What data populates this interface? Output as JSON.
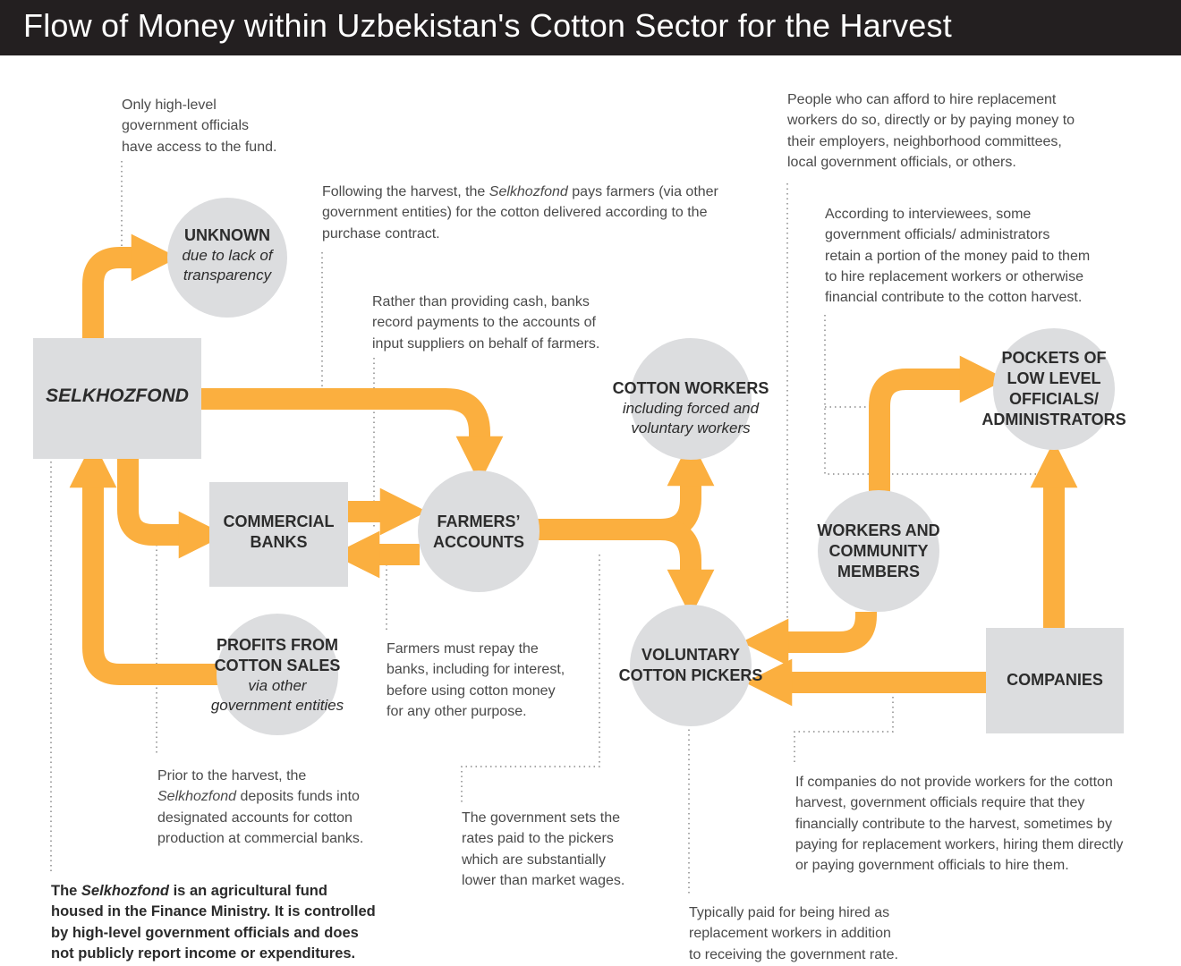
{
  "title": "Flow of Money within Uzbekistan's Cotton Sector for the Harvest",
  "colors": {
    "arrow": "#fbaf3f",
    "node": "#dcdddf",
    "header_bg": "#231f20",
    "dotted": "#8a8a8a"
  },
  "nodes": {
    "selkhozfond": "SELKHOZFOND",
    "unknown": {
      "label": "UNKNOWN",
      "sub_1": "due to lack of",
      "sub_2": "transparency"
    },
    "commercial_banks": {
      "line_1": "COMMERCIAL",
      "line_2": "BANKS"
    },
    "farmers_accounts": {
      "line_1": "FARMERS’",
      "line_2": "ACCOUNTS"
    },
    "profits": {
      "line_1": "PROFITS FROM",
      "line_2": "COTTON SALES",
      "sub_1": "via other",
      "sub_2": "government entities"
    },
    "cotton_workers": {
      "label": "COTTON WORKERS",
      "sub_1": "including forced and",
      "sub_2": "voluntary workers"
    },
    "voluntary_pickers": {
      "line_1": "VOLUNTARY",
      "line_2": "COTTON PICKERS"
    },
    "workers_community": {
      "line_1": "WORKERS AND",
      "line_2": "COMMUNITY",
      "line_3": "MEMBERS"
    },
    "pockets": {
      "line_1": "POCKETS OF",
      "line_2": "LOW LEVEL",
      "line_3": "OFFICIALS/",
      "line_4": "ADMINISTRATORS"
    },
    "companies": "COMPANIES"
  },
  "notes": {
    "only_high_level": [
      "Only high-level",
      "government officials",
      "have access to the fund."
    ],
    "following_harvest": {
      "l1_a": "Following the harvest, the ",
      "l1_i": "Selkhozfond",
      "l1_b": " pays farmers (via other",
      "l2": "government entities) for the cotton delivered according to the",
      "l3": "purchase contract."
    },
    "rather_than_cash": [
      "Rather than providing cash, banks",
      "record payments to the accounts of",
      "input suppliers on behalf of farmers."
    ],
    "people_afford": [
      "People who can afford to hire replacement",
      "workers do so, directly or by paying money to",
      "their employers, neighborhood committees,",
      "local government officials, or others."
    ],
    "according_interviewees": [
      "According to interviewees, some",
      "government officials/ administrators",
      "retain a portion of the money paid to them",
      "to hire replacement workers or otherwise",
      "financial contribute to the cotton harvest."
    ],
    "prior_harvest": {
      "l1": "Prior to the harvest, the",
      "l2_i": "Selkhozfond",
      "l2_b": " deposits funds into",
      "l3": "designated accounts for cotton",
      "l4": "production at commercial banks."
    },
    "farmers_repay": [
      "Farmers must repay the",
      "banks, including for interest,",
      "before using cotton money",
      "for any other purpose."
    ],
    "government_sets": [
      "The government sets the",
      "rates paid to the pickers",
      "which are substantially",
      "lower than market wages."
    ],
    "typically_paid": [
      "Typically paid for being hired as",
      "replacement workers in addition",
      "to receiving the government rate."
    ],
    "if_companies": [
      "If companies do not provide workers for the cotton",
      "harvest, government officials require that they",
      "financially contribute to the harvest, sometimes by",
      "paying for replacement workers, hiring them directly",
      "or paying government officials to hire them."
    ],
    "selkhozfond_def": {
      "l1_a": "The ",
      "l1_i": "Selkhozfond",
      "l1_b": " is an agricultural fund",
      "l2": "housed in the Finance Ministry. It is controlled",
      "l3": "by high-level government officials and does",
      "l4": "not publicly report income or expenditures."
    }
  }
}
